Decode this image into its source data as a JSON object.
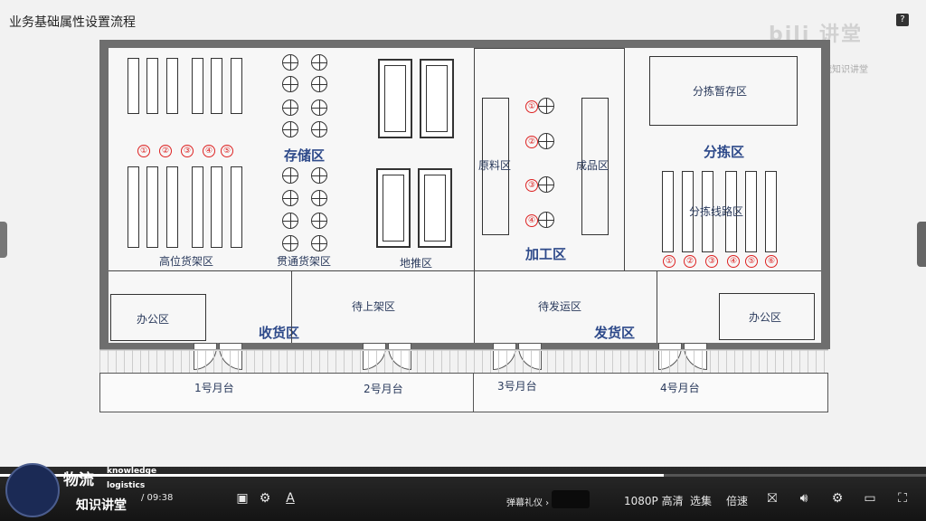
{
  "page": {
    "title": "业务基础属性设置流程",
    "help_label": "?"
  },
  "watermark": {
    "main": "bili 讲堂",
    "sub": "物流知识讲堂"
  },
  "zones": {
    "storage": "存储区",
    "high_rack": "高位货架区",
    "drive_in_rack": "贯通货架区",
    "floor_stack": "地推区",
    "processing": "加工区",
    "raw_material": "原料区",
    "finished": "成品区",
    "sorting": "分拣区",
    "sorting_temp": "分拣暂存区",
    "sorting_lines": "分拣线路区",
    "receiving": "收货区",
    "office_left": "办公区",
    "pending_shelf": "待上架区",
    "pending_ship": "待发运区",
    "shipping": "发货区",
    "office_right": "办公区"
  },
  "rack_numbers": [
    "①",
    "②",
    "③",
    "④",
    "⑤"
  ],
  "process_numbers": [
    "①",
    "②",
    "③",
    "④"
  ],
  "sorting_numbers": [
    "①",
    "②",
    "③",
    "④",
    "⑤",
    "⑥"
  ],
  "platforms": [
    "1号月台",
    "2号月台",
    "3号月台",
    "4号月台"
  ],
  "player": {
    "logo_title": "物流",
    "logo_en1": "knowledge",
    "logo_en2": "logistics",
    "logo_cn": "知识讲堂",
    "time": "/ 09:38",
    "danmu_gift": "弹幕礼仪 ›",
    "quality": "1080P 高清",
    "episodes": "选集",
    "speed": "倍速",
    "progress": 0.717
  }
}
